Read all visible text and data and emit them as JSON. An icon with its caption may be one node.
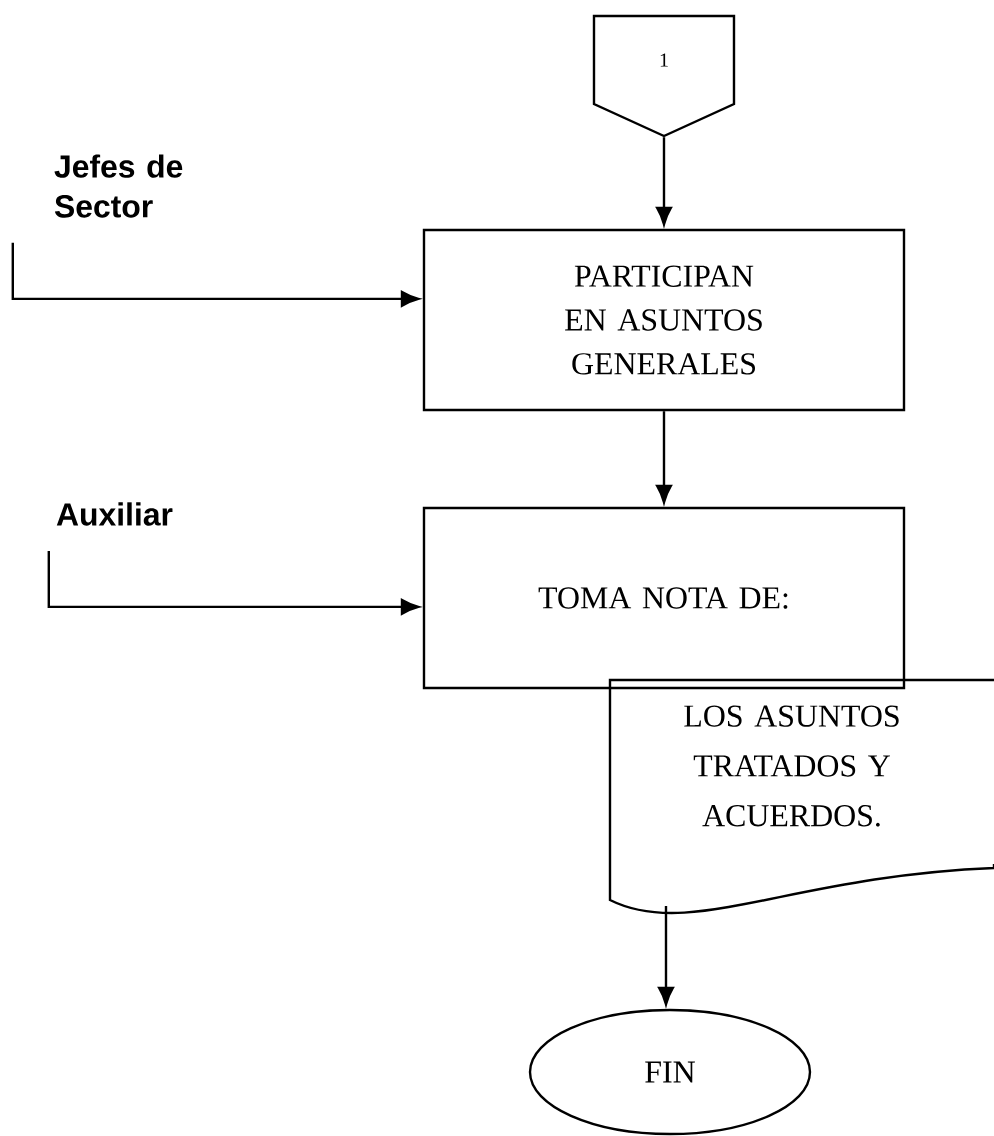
{
  "diagram": {
    "nodes": [
      {
        "text": [
          "1"
        ]
      },
      {
        "text": [
          "Jefes de Sector"
        ]
      },
      {
        "text": [
          "PARTICIPAN EN ASUNTOS GENERALES"
        ]
      },
      {
        "text": [
          "Auxiliar"
        ]
      },
      {
        "text": [
          "TOMA NOTA DE:"
        ]
      },
      {
        "text": [
          "LOS ASUNTOS TRATADOS Y ACUERDOS."
        ]
      },
      {
        "text": [
          "FIN"
        ]
      }
    ],
    "edges": [
      {
        "from": 0,
        "to": 2,
        "arrow": "to"
      },
      {
        "from": 1,
        "to": 2,
        "arrow": "to"
      },
      {
        "from": 2,
        "to": 4,
        "arrow": "to"
      },
      {
        "from": 3,
        "to": 4,
        "arrow": "to"
      },
      {
        "from": 5,
        "to": 6,
        "arrow": "to"
      }
    ]
  }
}
